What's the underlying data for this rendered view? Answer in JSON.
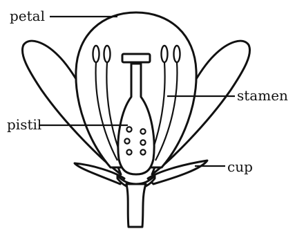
{
  "labels": {
    "petal": "petal",
    "stamen": "stamen",
    "pistil": "pistil",
    "cup": "cup"
  }
}
